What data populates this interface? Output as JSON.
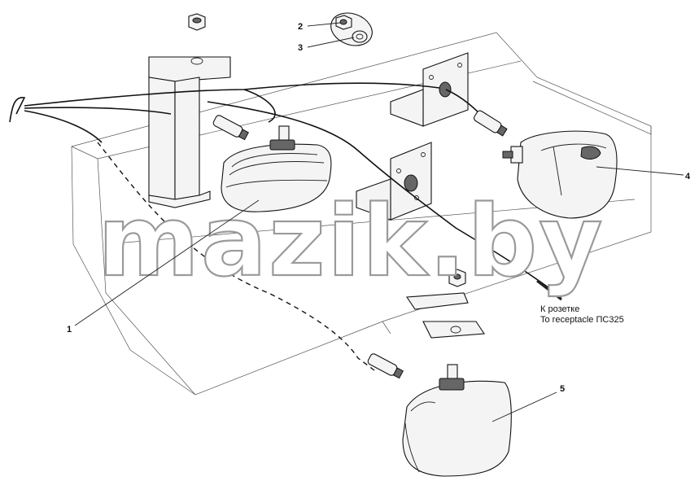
{
  "callouts": {
    "c1": "1",
    "c2": "2",
    "c3": "3",
    "c4": "4",
    "c5": "5"
  },
  "note": {
    "line1": "К розетке",
    "line2": "To receptacle ПС325"
  },
  "watermark": "mazik.by",
  "colors": {
    "line": "#111111",
    "watermark_stroke": "#9a9a9a"
  }
}
